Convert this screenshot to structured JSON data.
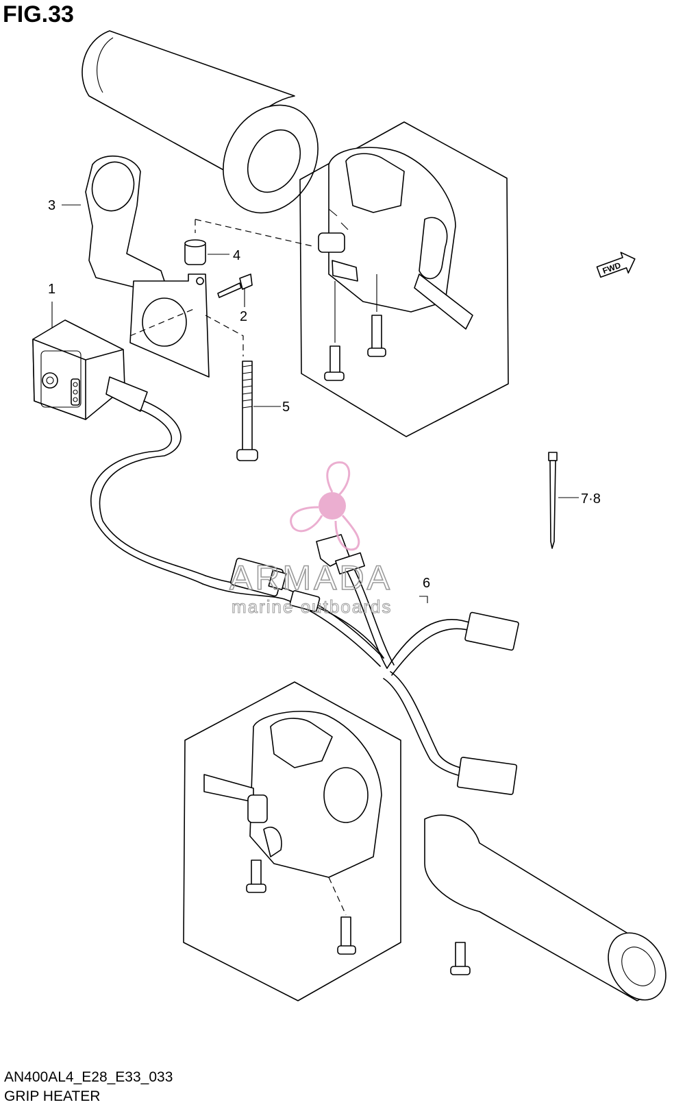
{
  "figure": {
    "title": "FIG.33",
    "code": "AN400AL4_E28_E33_033",
    "name": "GRIP HEATER"
  },
  "callouts": [
    {
      "id": "1",
      "text": "1"
    },
    {
      "id": "2",
      "text": "2"
    },
    {
      "id": "3",
      "text": "3"
    },
    {
      "id": "4",
      "text": "4"
    },
    {
      "id": "5",
      "text": "5"
    },
    {
      "id": "6",
      "text": "6"
    },
    {
      "id": "7-8",
      "text": "7·8"
    }
  ],
  "direction_marker": {
    "text": "FWD"
  },
  "watermark": {
    "main": "ARMADA",
    "sub": "marine outboards",
    "logo_color": "#e8a0c8"
  },
  "colors": {
    "line": "#000000",
    "background": "#ffffff",
    "watermark_text": "#9a9a9a",
    "watermark_logo": "#e8a0c8"
  }
}
